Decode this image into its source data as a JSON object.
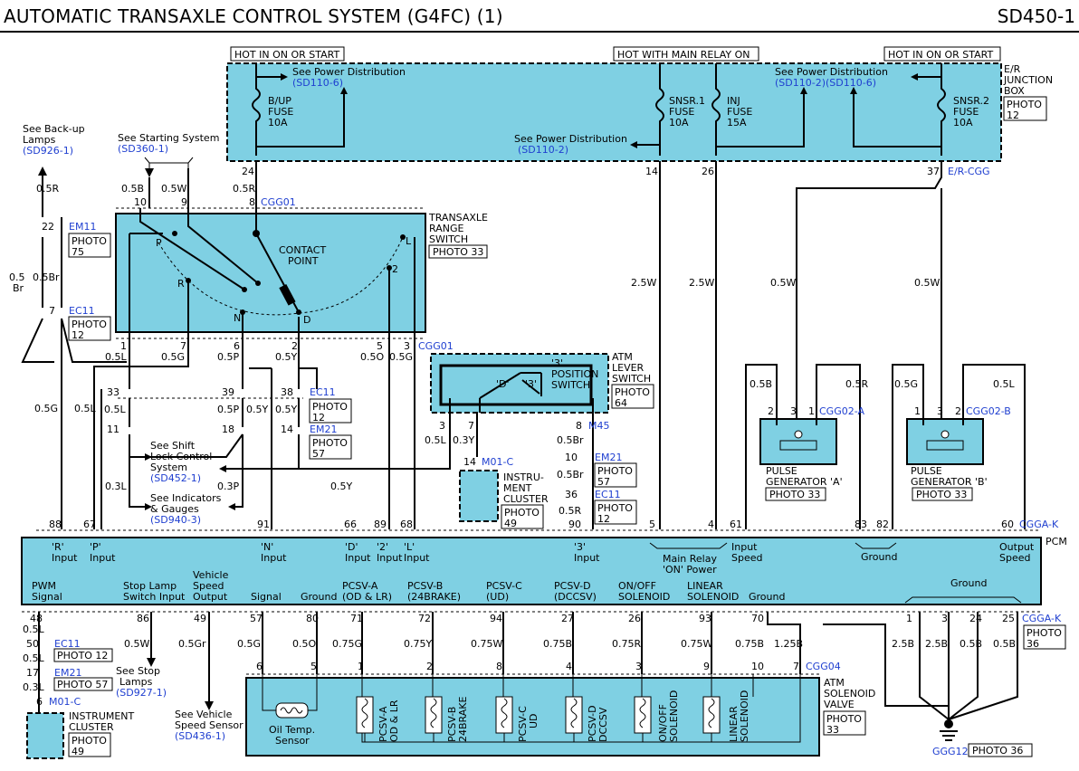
{
  "header": {
    "title": "AUTOMATIC TRANSAXLE CONTROL SYSTEM (G4FC) (1)",
    "code": "SD450-1"
  },
  "supply": {
    "hot_start_1": "HOT IN ON OR START",
    "hot_main_relay": "HOT WITH MAIN RELAY ON",
    "hot_start_2": "HOT IN ON OR START",
    "see_power_1": "See Power Distribution",
    "see_power_1_ref": "(SD110-6)",
    "see_power_2": "See Power Distribution",
    "see_power_2_ref": "(SD110-2)",
    "see_power_3": "See Power Distribution",
    "see_power_3_ref": "(SD110-2)(SD110-6)",
    "junction_box": [
      "E/R",
      "JUNCTION",
      "BOX"
    ],
    "junction_photo": [
      "PHOTO",
      "12"
    ],
    "fuses": [
      {
        "name": "B/UP",
        "l2": "FUSE",
        "amp": "10A"
      },
      {
        "name": "SNSR.1",
        "l2": "FUSE",
        "amp": "10A"
      },
      {
        "name": "INJ",
        "l2": "FUSE",
        "amp": "15A"
      },
      {
        "name": "SNSR.2",
        "l2": "FUSE",
        "amp": "10A"
      }
    ],
    "pins": [
      "24",
      "14",
      "26",
      "37"
    ],
    "er_cgg": "E/R-CGG"
  },
  "refs": {
    "backup": [
      "See Back-up",
      "Lamps",
      "(SD926-1)"
    ],
    "starting": [
      "See Starting System",
      "(SD360-1)"
    ],
    "shift_lock": [
      "See Shift",
      "Lock Control",
      "System",
      "(SD452-1)"
    ],
    "indicators": [
      "See Indicators",
      "& Gauges",
      "(SD940-3)"
    ],
    "stop_lamps": [
      "See Stop",
      "Lamps",
      "(SD927-1)"
    ],
    "vss": [
      "See Vehicle",
      "Speed Sensor",
      "(SD436-1)"
    ]
  },
  "range_switch": {
    "name": [
      "TRANSAXLE",
      "RANGE",
      "SWITCH"
    ],
    "photo": "PHOTO 33",
    "contact": [
      "CONTACT",
      "POINT"
    ],
    "positions": [
      "P",
      "R",
      "N",
      "D",
      "2",
      "L"
    ],
    "connector": "CGG01",
    "top_pins": [
      "10",
      "9",
      "8"
    ],
    "top_wires": [
      "0.5B",
      "0.5W",
      "0.5R"
    ],
    "bottom_pins": [
      "1",
      "7",
      "6",
      "2",
      "5",
      "3"
    ],
    "bottom_wires": [
      "0.5L",
      "0.5G",
      "0.5P",
      "0.5Y",
      "0.5O",
      "0.5G"
    ],
    "bottom_connector": "CGG01"
  },
  "left_harness": {
    "em11": "EM11",
    "em11_pin": "22",
    "em11_photo": [
      "PHOTO",
      "75"
    ],
    "ec11": "EC11",
    "ec11_pin": "7",
    "ec11_photo": [
      "PHOTO",
      "12"
    ],
    "wires": [
      "0.5R",
      "0.5",
      "Br",
      "0.5Br",
      "0.5G",
      "0.5L",
      "0.3L"
    ]
  },
  "mid_harness": {
    "pins_top": [
      "33",
      "39",
      "38"
    ],
    "pins_bot": [
      "11",
      "18",
      "14"
    ],
    "ec11": "EC11",
    "ec11_photo": [
      "PHOTO",
      "12"
    ],
    "em21": "EM21",
    "em21_photo": [
      "PHOTO",
      "57"
    ],
    "wires": [
      "0.5L",
      "0.5P",
      "0.5Y",
      "0.5Y",
      "0.3P",
      "0.5Y"
    ]
  },
  "atm_lever": {
    "name": [
      "ATM",
      "LEVER",
      "SWITCH"
    ],
    "photo": [
      "PHOTO",
      "64"
    ],
    "position": [
      "'3'",
      "POSITION",
      "SWITCH"
    ],
    "d_label": "'D'",
    "three_label": "'3'",
    "pins": [
      "3",
      "7",
      "8"
    ],
    "wires": [
      "0.5L",
      "0.3Y",
      "0.5Br"
    ],
    "m45": "M45",
    "em21": "EM21",
    "em21_pin": "10",
    "em21_photo": [
      "PHOTO",
      "57"
    ],
    "ec11": "EC11",
    "ec11_pin": "36",
    "ec11_photo": [
      "PHOTO",
      "12"
    ],
    "wires2": [
      "0.5Br",
      "0.5R"
    ]
  },
  "cluster_top": {
    "conn": "M01-C",
    "pin": "14",
    "name": [
      "INSTRU-",
      "MENT",
      "CLUSTER"
    ],
    "photo": [
      "PHOTO",
      "49"
    ]
  },
  "pulse_a": {
    "name": [
      "PULSE",
      "GENERATOR 'A'"
    ],
    "photo": "PHOTO 33",
    "conn": "CGG02-A",
    "pins": [
      "2",
      "3",
      "1"
    ],
    "wires": [
      "0.5B",
      "0.5R"
    ]
  },
  "pulse_b": {
    "name": [
      "PULSE",
      "GENERATOR 'B'"
    ],
    "photo": "PHOTO 33",
    "conn": "CGG02-B",
    "pins": [
      "1",
      "3",
      "2"
    ],
    "wires": [
      "0.5G",
      "0.5L"
    ]
  },
  "feed_wires": [
    "2.5W",
    "2.5W",
    "0.5W",
    "0.5W"
  ],
  "pcm": {
    "name": "PCM",
    "conn_top": "CGGA-K",
    "conn_bot": "CGGA-K",
    "top_pins": [
      "88",
      "67",
      "91",
      "66",
      "89",
      "68",
      "90",
      "5",
      "4",
      "61",
      "83",
      "82",
      "60"
    ],
    "top_labels": [
      [
        "'R'",
        "Input"
      ],
      [
        "'P'",
        "Input"
      ],
      [
        "'N'",
        "Input"
      ],
      [
        "'D'",
        "Input"
      ],
      [
        "'2'",
        "Input"
      ],
      [
        "'L'",
        "Input"
      ],
      [
        "'3'",
        "Input"
      ],
      [
        "Main Relay",
        "'ON' Power"
      ],
      [
        "Input",
        "Speed"
      ],
      [
        "Ground"
      ],
      [
        "Output",
        "Speed"
      ]
    ],
    "bottom_labels": [
      [
        "PWM",
        "Signal"
      ],
      [
        "Stop Lamp",
        "Switch Input"
      ],
      [
        "Vehicle",
        "Speed",
        "Output"
      ],
      [
        "Signal"
      ],
      [
        "Ground"
      ],
      [
        "PCSV-A",
        "(OD & LR)"
      ],
      [
        "PCSV-B",
        "(24BRAKE)"
      ],
      [
        "PCSV-C",
        "(UD)"
      ],
      [
        "PCSV-D",
        "(DCCSV)"
      ],
      [
        "ON/OFF",
        "SOLENOID"
      ],
      [
        "LINEAR",
        "SOLENOID"
      ],
      [
        "Ground"
      ],
      [
        "Ground"
      ]
    ],
    "bottom_pins": [
      "48",
      "86",
      "49",
      "57",
      "80",
      "71",
      "72",
      "94",
      "27",
      "26",
      "93",
      "70",
      "1",
      "3",
      "24",
      "25"
    ],
    "bottom_wires": [
      "0.5W",
      "0.5Gr",
      "0.5G",
      "0.5O",
      "0.75G",
      "0.75Y",
      "0.75W",
      "0.75B",
      "0.75R",
      "0.75W",
      "0.75B",
      "1.25B",
      "2.5B",
      "2.5B",
      "0.5B",
      "0.5B"
    ],
    "photo": [
      "PHOTO",
      "36"
    ]
  },
  "lower_left": {
    "wires": [
      "0.5L",
      "0.5L",
      "0.3L"
    ],
    "ec11": "EC11",
    "ec11_pin": "50",
    "ec11_photo": "PHOTO 12",
    "em21": "EM21",
    "em21_pin": "17",
    "em21_photo": "PHOTO 57",
    "m01": "M01-C",
    "m01_pin": "6",
    "cluster": [
      "INSTRUMENT",
      "CLUSTER"
    ],
    "cluster_photo": [
      "PHOTO",
      "49"
    ]
  },
  "solenoid_valve": {
    "conn": "CGG04",
    "pins": [
      "6",
      "5",
      "1",
      "2",
      "8",
      "4",
      "3",
      "9",
      "10",
      "7"
    ],
    "name": [
      "ATM",
      "SOLENOID",
      "VALVE"
    ],
    "photo": [
      "PHOTO",
      "33"
    ],
    "sensor": [
      "Oil Temp.",
      "Sensor"
    ],
    "coils": [
      [
        "PCSV-A",
        "OD & LR"
      ],
      [
        "PCSV-B",
        "24BRAKE"
      ],
      [
        "PCSV-C",
        "UD"
      ],
      [
        "PCSV-D",
        "DCCSV"
      ],
      [
        "ON/OFF",
        "SOLENOID"
      ],
      [
        "LINEAR",
        "SOLENOID"
      ]
    ]
  },
  "ground": {
    "label": "GGG12",
    "photo": "PHOTO 36"
  }
}
